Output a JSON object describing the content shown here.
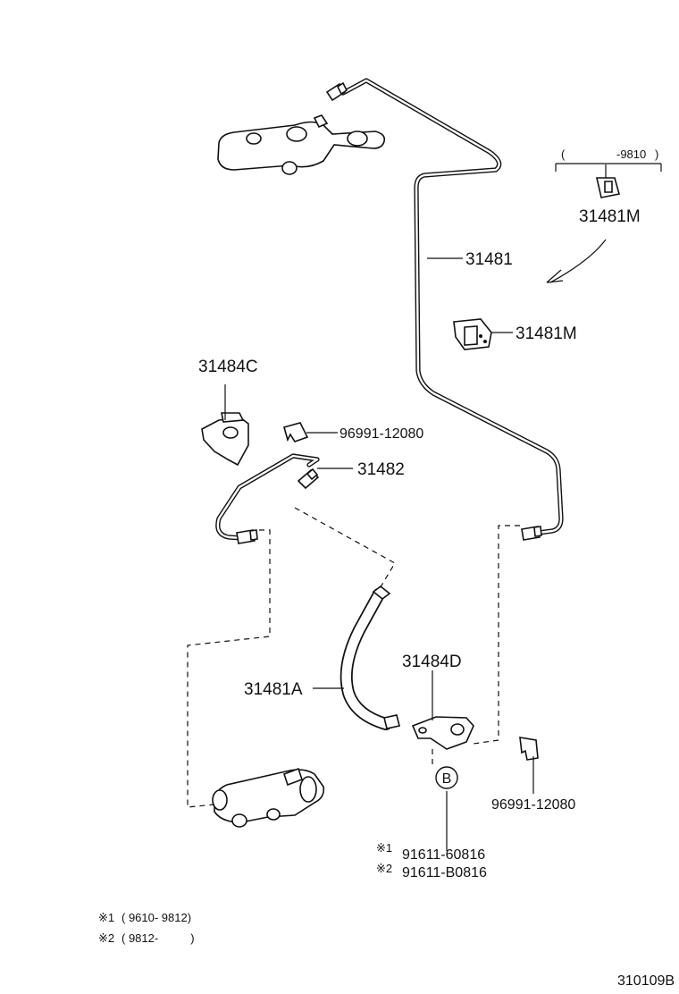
{
  "parts": {
    "p31481": "31481",
    "p31481M_top": "31481M",
    "p31481M_bottom": "31481M",
    "p31484C": "31484C",
    "p96991_top": "96991-12080",
    "p31482": "31482",
    "p31481A": "31481A",
    "p31484D": "31484D",
    "p96991_bottom": "96991-12080",
    "p91611_1": "91611-60816",
    "p91611_2": "91611-B0816"
  },
  "bracket": {
    "open": "(",
    "range": "-9810",
    "close": ")"
  },
  "callout": {
    "letter": "B"
  },
  "notes": {
    "mark1": "※1",
    "mark2": "※2",
    "range1": "( 9610- 9812)",
    "range2": "( 9812-          )"
  },
  "figure_id": "310109B"
}
